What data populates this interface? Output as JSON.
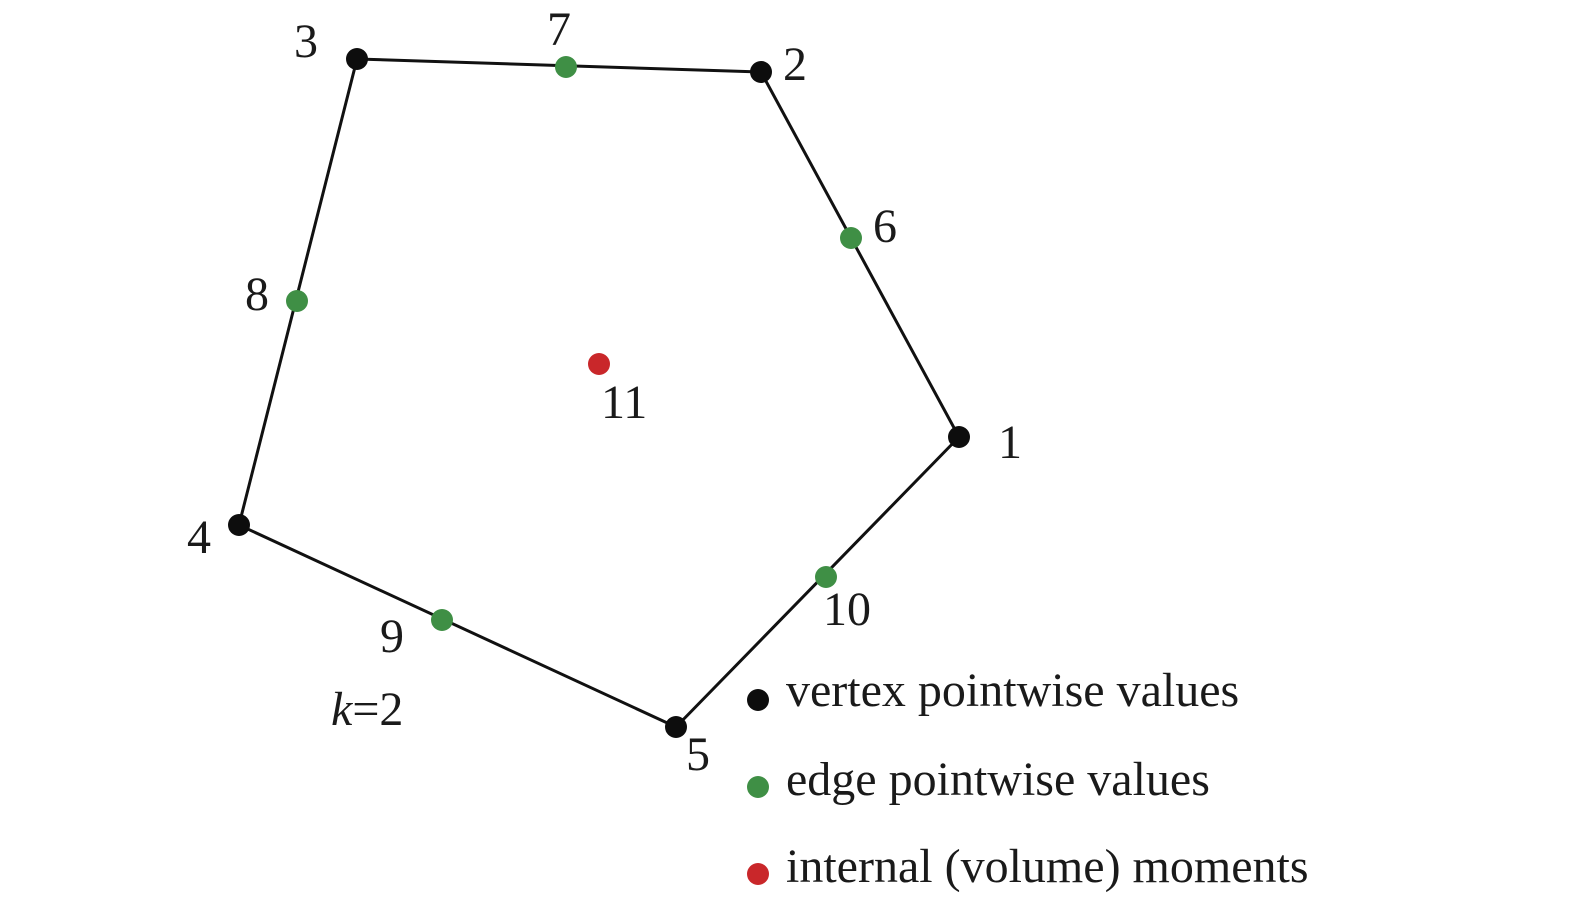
{
  "diagram": {
    "colors": {
      "vertex": "#0d0d0d",
      "edge": "#3f8f45",
      "internal": "#c9272a",
      "line": "#111111"
    },
    "nodes": [
      {
        "id": 1,
        "label": "1",
        "kind": "vertex"
      },
      {
        "id": 2,
        "label": "2",
        "kind": "vertex"
      },
      {
        "id": 3,
        "label": "3",
        "kind": "vertex"
      },
      {
        "id": 4,
        "label": "4",
        "kind": "vertex"
      },
      {
        "id": 5,
        "label": "5",
        "kind": "vertex"
      },
      {
        "id": 6,
        "label": "6",
        "kind": "edge"
      },
      {
        "id": 7,
        "label": "7",
        "kind": "edge"
      },
      {
        "id": 8,
        "label": "8",
        "kind": "edge"
      },
      {
        "id": 9,
        "label": "9",
        "kind": "edge"
      },
      {
        "id": 10,
        "label": "10",
        "kind": "edge"
      },
      {
        "id": 11,
        "label": "11",
        "kind": "internal"
      }
    ],
    "k_label": {
      "var": "k",
      "rest": "=2"
    },
    "legend": [
      {
        "kind": "vertex",
        "text": "vertex pointwise values"
      },
      {
        "kind": "edge",
        "text": "edge pointwise values"
      },
      {
        "kind": "internal",
        "text": "internal (volume) moments"
      }
    ]
  }
}
